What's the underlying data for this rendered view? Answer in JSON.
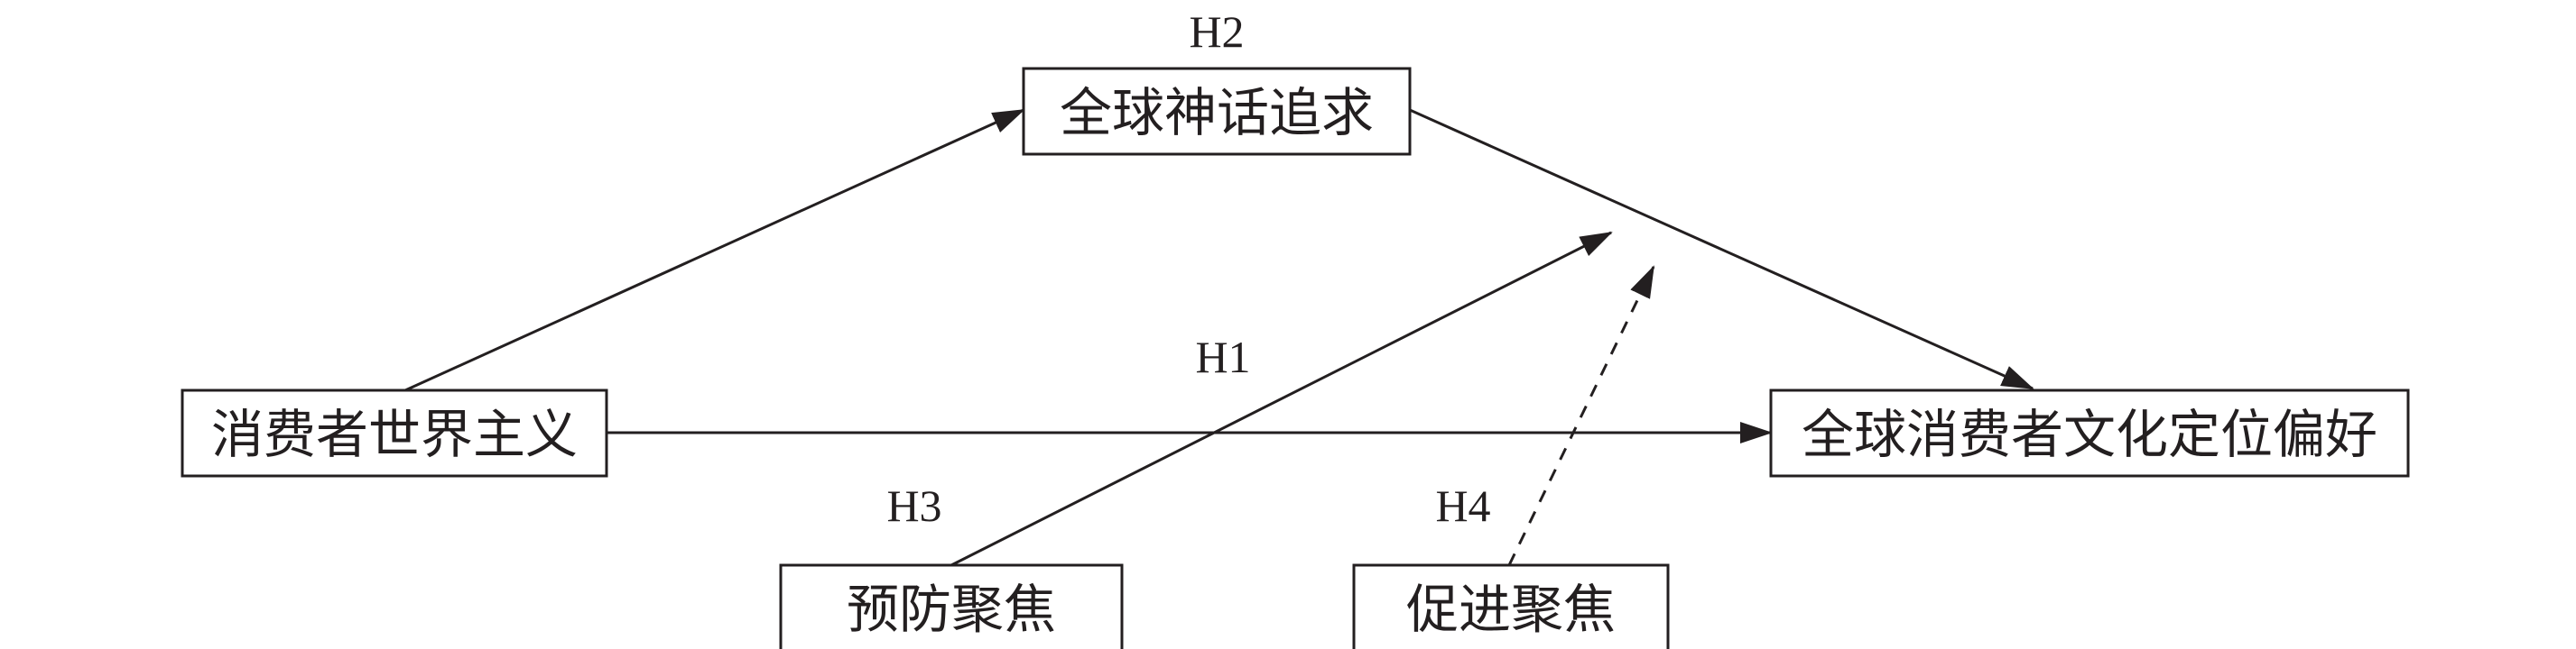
{
  "nodes": {
    "consumer_cosmopolitanism": "消费者世界主义",
    "global_myth_pursuit": "全球神话追求",
    "gcco_preference": "全球消费者文化定位偏好",
    "prevention_focus": "预防聚焦",
    "promotion_focus": "促进聚焦"
  },
  "hypotheses": {
    "h1": "H1",
    "h2": "H2",
    "h3": "H3",
    "h4": "H4"
  },
  "styles": {
    "line_color": "#231f20",
    "h4_line": "dashed"
  }
}
